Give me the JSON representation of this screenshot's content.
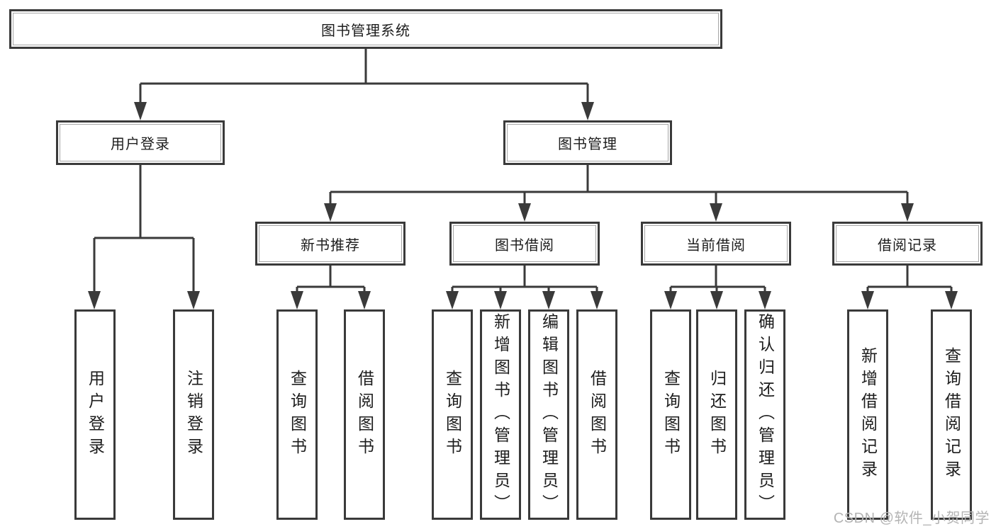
{
  "colors": {
    "line": "#3a3a3a",
    "box_border": "#3a3a3a",
    "text": "#1d1d1d",
    "background": "#ffffff",
    "watermark": "#b4b4b4"
  },
  "watermark": "CSDN @软件_小贺同学",
  "diagram": {
    "root": {
      "label": "图书管理系统"
    },
    "level2": {
      "userLogin": {
        "label": "用户登录"
      },
      "bookMgmt": {
        "label": "图书管理"
      }
    },
    "level3": {
      "newBookRec": {
        "label": "新书推荐"
      },
      "bookBorrow": {
        "label": "图书借阅"
      },
      "currentBorrow": {
        "label": "当前借阅"
      },
      "borrowRecord": {
        "label": "借阅记录"
      }
    },
    "leaves": {
      "userLogin": {
        "label": "用户登录"
      },
      "logout": {
        "label": "注销登录"
      },
      "queryBookRec": {
        "label": "查询图书"
      },
      "borrowBookRec": {
        "label": "借阅图书"
      },
      "queryBookBorrow": {
        "label": "查询图书"
      },
      "addBookAdmin": {
        "label": "新增图书（管理员）"
      },
      "editBookAdmin": {
        "label": "编辑图书（管理员）"
      },
      "borrowBookBorrow": {
        "label": "借阅图书"
      },
      "queryBookCurrent": {
        "label": "查询图书"
      },
      "returnBook": {
        "label": "归还图书"
      },
      "confirmReturnAdmin": {
        "label": "确认归还（管理员）"
      },
      "addBorrowRecord": {
        "label": "新增借阅记录"
      },
      "queryBorrowRecord": {
        "label": "查询借阅记录"
      }
    },
    "structure": {
      "图书管理系统": {
        "用户登录": [
          "用户登录",
          "注销登录"
        ],
        "图书管理": {
          "新书推荐": [
            "查询图书",
            "借阅图书"
          ],
          "图书借阅": [
            "查询图书",
            "新增图书（管理员）",
            "编辑图书（管理员）",
            "借阅图书"
          ],
          "当前借阅": [
            "查询图书",
            "归还图书",
            "确认归还（管理员）"
          ],
          "借阅记录": [
            "新增借阅记录",
            "查询借阅记录"
          ]
        }
      }
    }
  }
}
